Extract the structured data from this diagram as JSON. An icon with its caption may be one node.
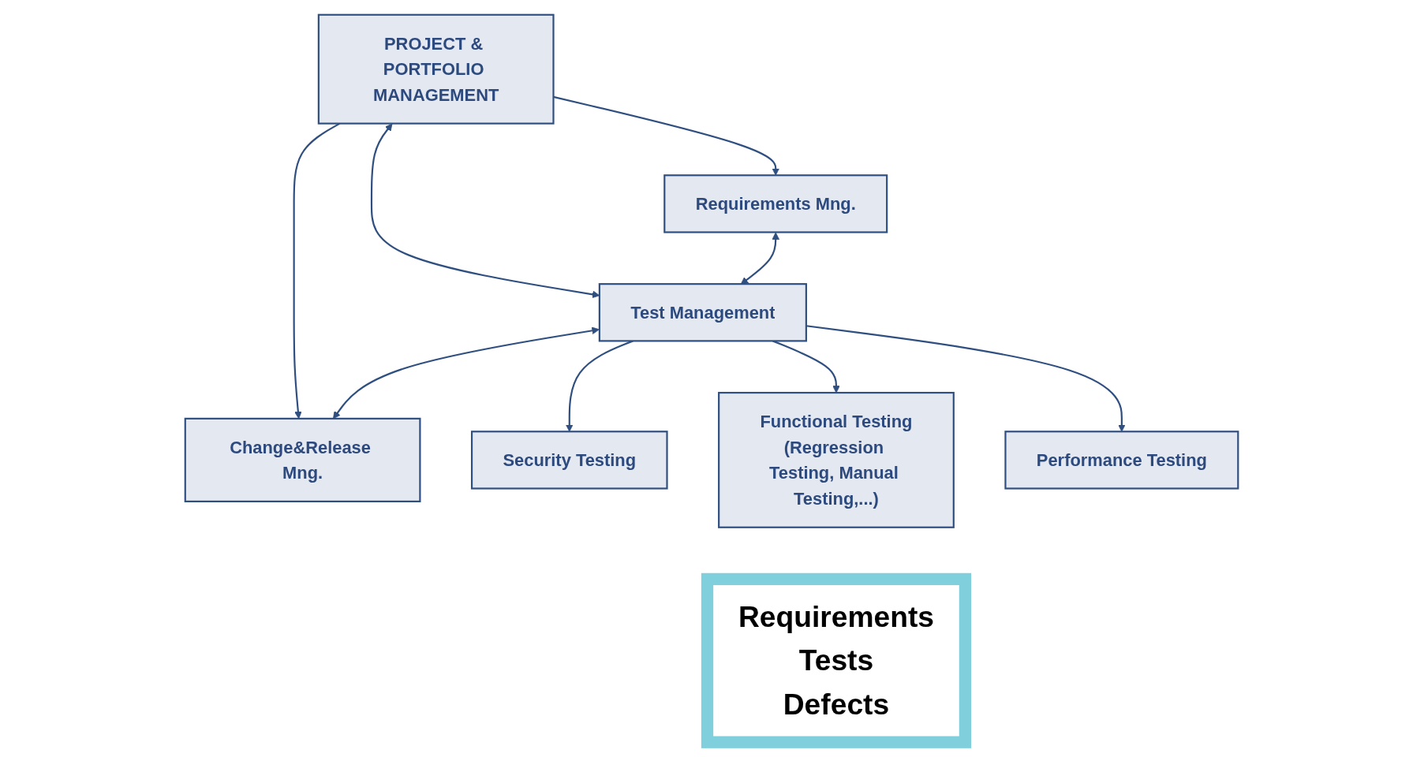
{
  "diagram": {
    "nodes": [
      {
        "text": [
          "PROJECT & PORTFOLIO MANAGEMENT"
        ]
      },
      {
        "text": [
          "Requirements Mng."
        ]
      },
      {
        "text": [
          "Test Management"
        ]
      },
      {
        "text": [
          "Change&Release Mng."
        ]
      },
      {
        "text": [
          "Security Testing"
        ]
      },
      {
        "text": [
          "Functional Testing",
          "(Regression Testing, Manual Testing,...)"
        ]
      },
      {
        "text": [
          "Performance Testing"
        ]
      },
      {
        "text": [
          "Requirements",
          "Tests",
          "Defects"
        ]
      }
    ],
    "edges": [
      {
        "from": 0,
        "to": 1,
        "arrow": "to"
      },
      {
        "from": 0,
        "to": 2,
        "arrow": "both"
      },
      {
        "from": 0,
        "to": 3,
        "arrow": "to"
      },
      {
        "from": 1,
        "to": 2,
        "arrow": "both"
      },
      {
        "from": 2,
        "to": 3,
        "arrow": "both"
      },
      {
        "from": 2,
        "to": 4,
        "arrow": "to"
      },
      {
        "from": 2,
        "to": 5,
        "arrow": "to"
      },
      {
        "from": 2,
        "to": 6,
        "arrow": "to"
      }
    ]
  }
}
